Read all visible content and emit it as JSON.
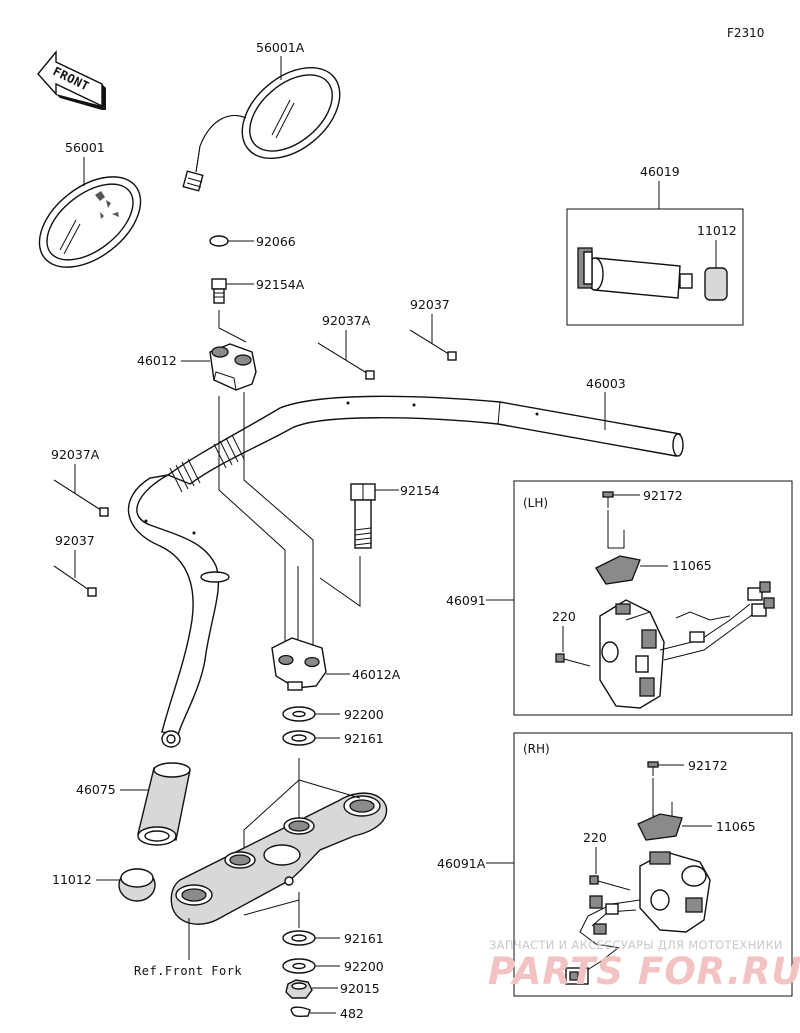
{
  "diagram": {
    "figure_code": "F2310",
    "front_arrow_text": "FRONT",
    "reference_text": "Ref.Front Fork",
    "groups": {
      "lh": "(LH)",
      "rh": "(RH)"
    },
    "parts": {
      "p56001A": "56001A",
      "p56001": "56001",
      "p92066": "92066",
      "p92154A": "92154A",
      "p46012": "46012",
      "p92037A_top": "92037A",
      "p92037_top": "92037",
      "p46019": "46019",
      "p11012_top": "11012",
      "p46003": "46003",
      "p92037A_left": "92037A",
      "p92037_left": "92037",
      "p92154": "92154",
      "p46012A": "46012A",
      "p92200_top": "92200",
      "p92161_top": "92161",
      "p46075": "46075",
      "p11012_bot": "11012",
      "p92161_bot": "92161",
      "p92200_bot": "92200",
      "p92015": "92015",
      "p482": "482",
      "p92172_lh": "92172",
      "p11065_lh": "11065",
      "p46091": "46091",
      "p220_lh": "220",
      "p92172_rh": "92172",
      "p11065_rh": "11065",
      "p46091A": "46091A",
      "p220_rh": "220"
    },
    "watermark": {
      "caption": "ЗАПЧАСТИ И АКСЕССУАРЫ ДЛЯ МОТОТЕХНИКИ",
      "logo": "PARTS FOR.RU"
    }
  }
}
